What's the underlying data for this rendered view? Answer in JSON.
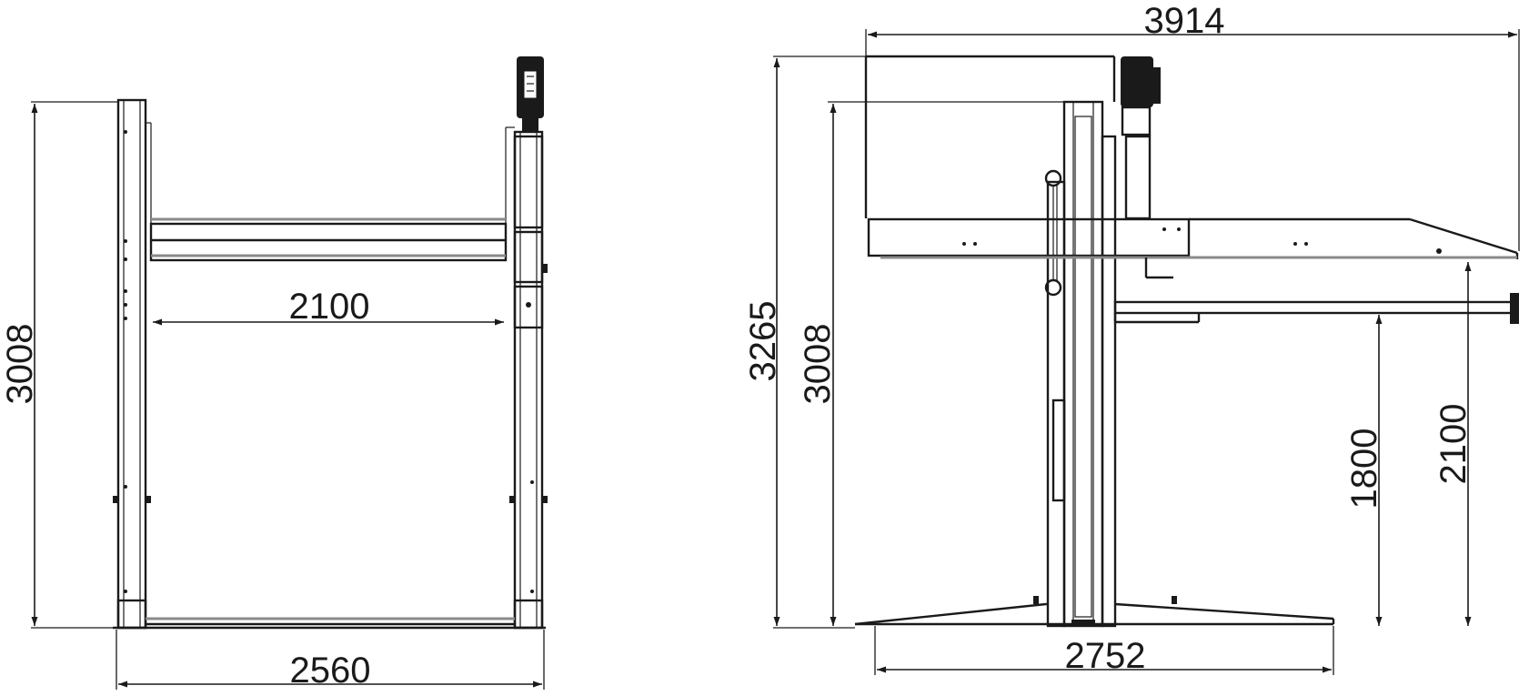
{
  "front_view": {
    "total_height": "3008",
    "platform_clear_width": "2100",
    "overall_width": "2560"
  },
  "side_view": {
    "overall_length": "3914",
    "overall_height": "3265",
    "column_height": "3008",
    "lower_clearance": "1800",
    "upper_clearance": "2100",
    "base_length": "2752"
  },
  "colors": {
    "line": "#1a1a1a",
    "platform_gray": "#8a8a8a",
    "background": "#ffffff"
  }
}
